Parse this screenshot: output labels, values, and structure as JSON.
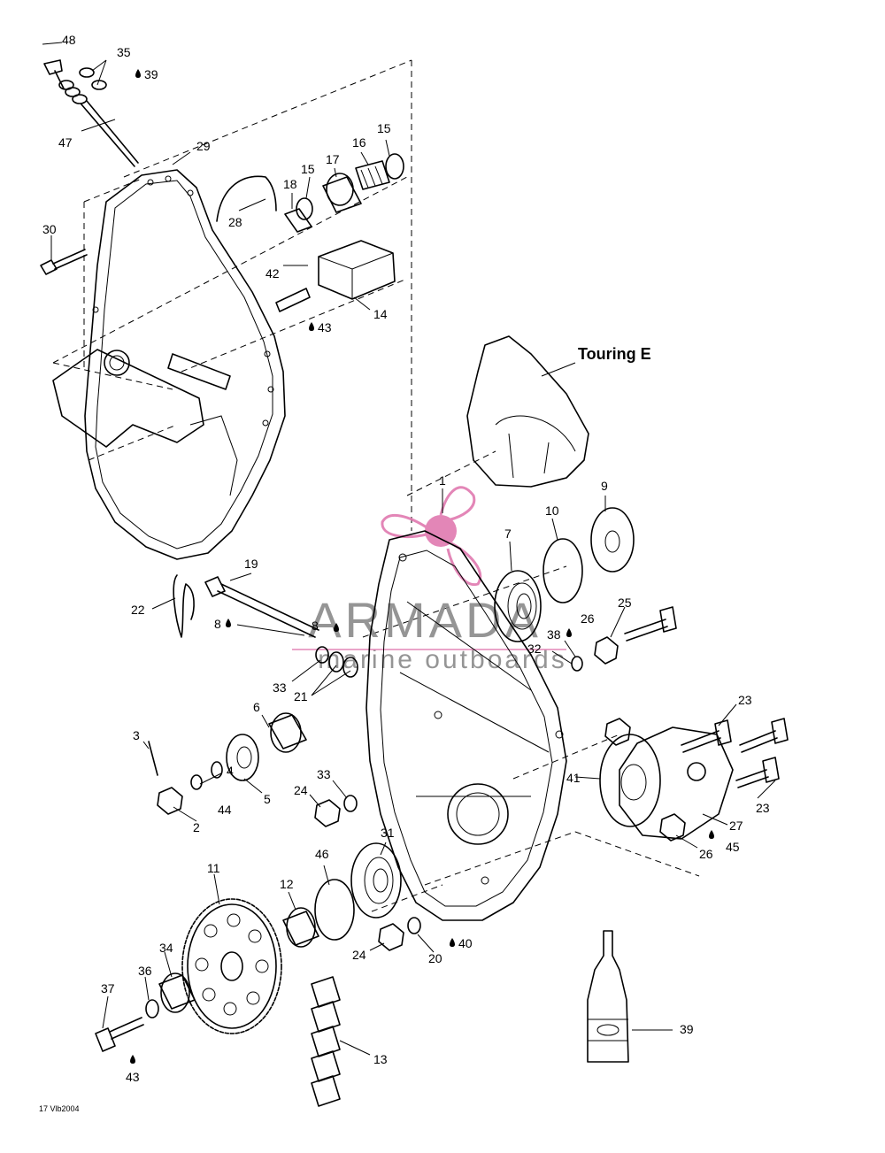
{
  "callouts": [
    {
      "id": "c1",
      "text": "1"
    },
    {
      "id": "c2",
      "text": "2"
    },
    {
      "id": "c3",
      "text": "3"
    },
    {
      "id": "c4",
      "text": "4"
    },
    {
      "id": "c5",
      "text": "5"
    },
    {
      "id": "c6",
      "text": "6"
    },
    {
      "id": "c7",
      "text": "7"
    },
    {
      "id": "c8a",
      "text": "8"
    },
    {
      "id": "c8b",
      "text": "8"
    },
    {
      "id": "c9",
      "text": "9"
    },
    {
      "id": "c10",
      "text": "10"
    },
    {
      "id": "c11",
      "text": "11"
    },
    {
      "id": "c12",
      "text": "12"
    },
    {
      "id": "c13",
      "text": "13"
    },
    {
      "id": "c14",
      "text": "14"
    },
    {
      "id": "c15a",
      "text": "15"
    },
    {
      "id": "c15b",
      "text": "15"
    },
    {
      "id": "c16",
      "text": "16"
    },
    {
      "id": "c17",
      "text": "17"
    },
    {
      "id": "c18",
      "text": "18"
    },
    {
      "id": "c19",
      "text": "19"
    },
    {
      "id": "c20",
      "text": "20"
    },
    {
      "id": "c21",
      "text": "21"
    },
    {
      "id": "c22",
      "text": "22"
    },
    {
      "id": "c23a",
      "text": "23"
    },
    {
      "id": "c23b",
      "text": "23"
    },
    {
      "id": "c24a",
      "text": "24"
    },
    {
      "id": "c24b",
      "text": "24"
    },
    {
      "id": "c25",
      "text": "25"
    },
    {
      "id": "c26a",
      "text": "26"
    },
    {
      "id": "c26b",
      "text": "26"
    },
    {
      "id": "c27",
      "text": "27"
    },
    {
      "id": "c28",
      "text": "28"
    },
    {
      "id": "c29",
      "text": "29"
    },
    {
      "id": "c30",
      "text": "30"
    },
    {
      "id": "c31",
      "text": "31"
    },
    {
      "id": "c32",
      "text": "32"
    },
    {
      "id": "c33a",
      "text": "33"
    },
    {
      "id": "c33b",
      "text": "33"
    },
    {
      "id": "c34",
      "text": "34"
    },
    {
      "id": "c35",
      "text": "35"
    },
    {
      "id": "c36",
      "text": "36"
    },
    {
      "id": "c37",
      "text": "37"
    },
    {
      "id": "c38",
      "text": "38"
    },
    {
      "id": "c39a",
      "text": "39"
    },
    {
      "id": "c39b",
      "text": "39"
    },
    {
      "id": "c40",
      "text": "40"
    },
    {
      "id": "c41",
      "text": "41"
    },
    {
      "id": "c42",
      "text": "42"
    },
    {
      "id": "c43a",
      "text": "43"
    },
    {
      "id": "c43b",
      "text": "43"
    },
    {
      "id": "c44",
      "text": "44"
    },
    {
      "id": "c45",
      "text": "45"
    },
    {
      "id": "c46",
      "text": "46"
    },
    {
      "id": "c47",
      "text": "47"
    },
    {
      "id": "c48",
      "text": "48"
    }
  ],
  "labels": {
    "variant": "Touring E",
    "drawing_code": "17 Vlb2004",
    "watermark_main": "ARMADA",
    "watermark_sub": "marine outboards"
  },
  "colors": {
    "ink": "#000000",
    "watermark_pink": "#e07ab0",
    "watermark_gray": "#8a8a8a"
  }
}
